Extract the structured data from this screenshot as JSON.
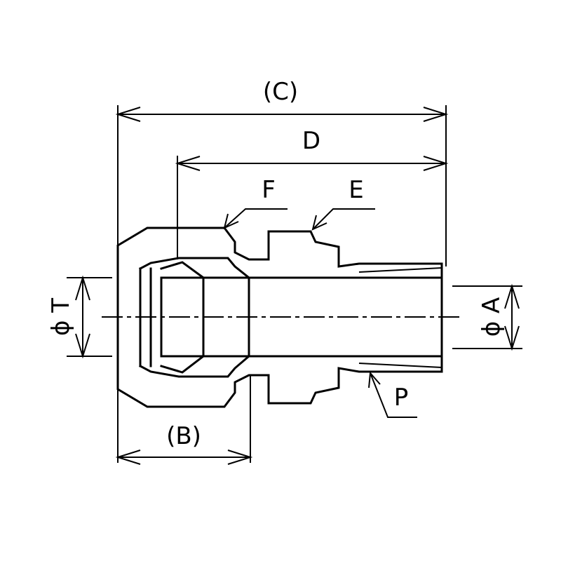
{
  "dimensions": {
    "C": "(C)",
    "D": "D",
    "B": "(B)",
    "F": "F",
    "E": "E",
    "P": "P",
    "phi_T": "ϕ T",
    "phi_A": "ϕ A"
  }
}
